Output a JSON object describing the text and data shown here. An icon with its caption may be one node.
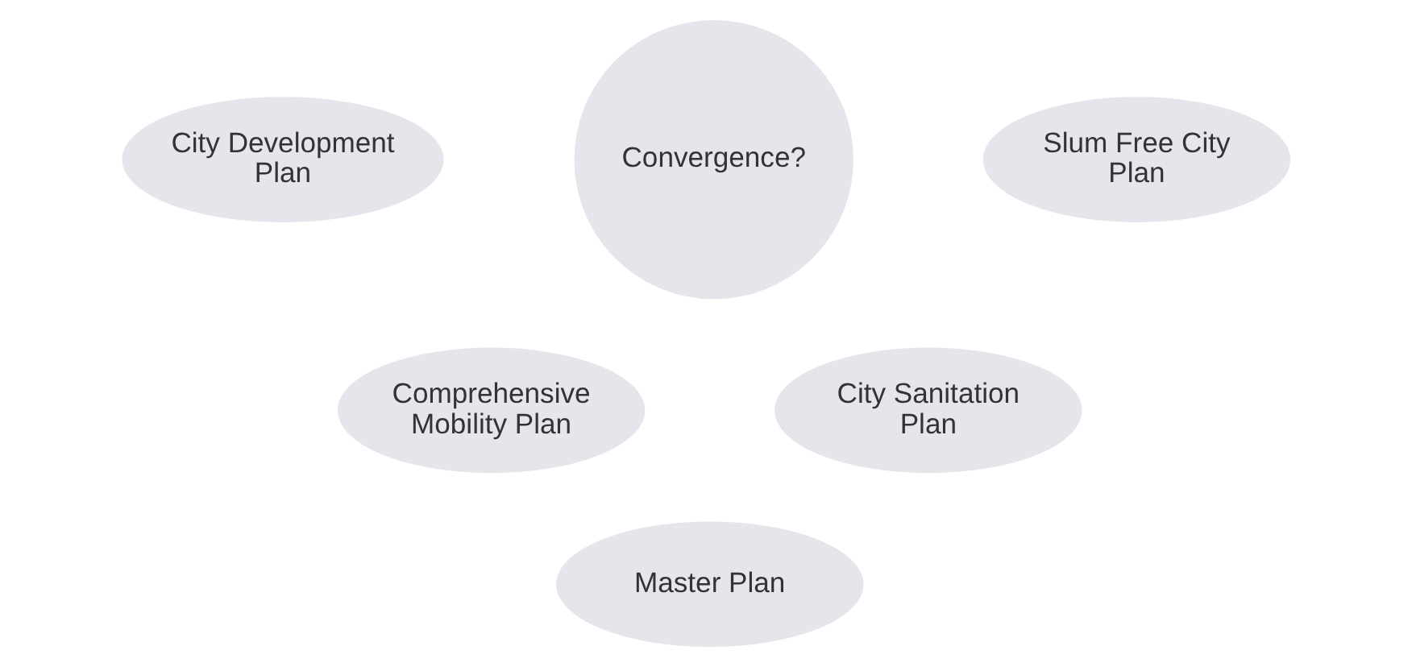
{
  "diagram": {
    "nodes": [
      {
        "text": [
          "City Development Plan"
        ]
      },
      {
        "text": [
          "Convergence?"
        ]
      },
      {
        "text": [
          "Slum Free City Plan"
        ]
      },
      {
        "text": [
          "Comprehensive Mobility Plan"
        ]
      },
      {
        "text": [
          "City Sanitation Plan"
        ]
      },
      {
        "text": [
          "Master Plan"
        ]
      }
    ]
  }
}
